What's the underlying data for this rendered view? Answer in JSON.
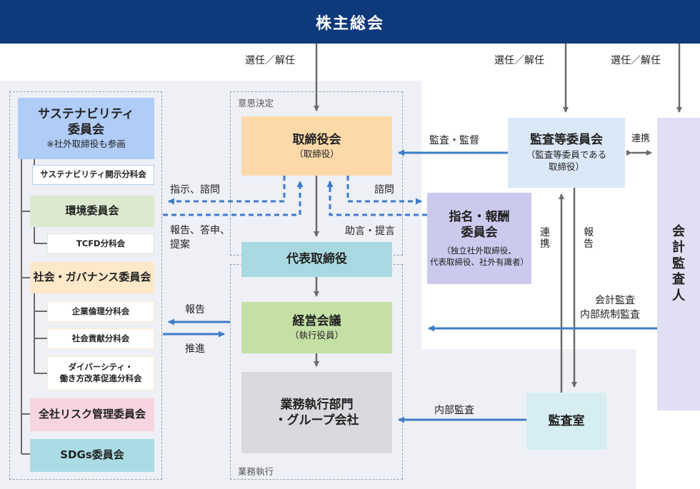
{
  "header": {
    "title": "株主総会"
  },
  "labels": {
    "elect_1": "選任／解任",
    "elect_2": "選任／解任",
    "elect_3": "選任／解任",
    "audit_supervise": "監査・監督",
    "coop_1": "連携",
    "coop_2_chars": [
      "連",
      "携"
    ],
    "report_chars": [
      "報",
      "告"
    ],
    "instruct_consult": "指示、諮問",
    "report_respond": "報告、答申、",
    "propose": "提案",
    "consult": "諮問",
    "advice_propose": "助言・提言",
    "report": "報告",
    "promote": "推進",
    "accounting_audit": "会計監査",
    "internal_control_audit": "内部統制監査",
    "internal_audit": "内部監査"
  },
  "sections": {
    "decision": "意思決定",
    "execution": "業務執行"
  },
  "left_committees": {
    "sustainability": {
      "title_1": "サステナビリティ",
      "title_2": "委員会",
      "note": "※社外取締役も参画"
    },
    "sustainability_sub": "サステナビリティ開示分科会",
    "environment": "環境委員会",
    "tcfd": "TCFD分科会",
    "social_gov": "社会・ガバナンス委員会",
    "ethics": "企業倫理分科会",
    "contribution": "社会貢献分科会",
    "diversity_1": "ダイバーシティ・",
    "diversity_2": "働き方改革促進分科会",
    "risk": "全社リスク管理委員会",
    "sdgs": "SDGs委員会"
  },
  "center": {
    "board": {
      "title": "取締役会",
      "sub": "（取締役）"
    },
    "rep_director": "代表取締役",
    "mgmt_meeting": {
      "title": "経営会議",
      "sub": "（執行役員）"
    },
    "operations": {
      "title_1": "業務執行部門",
      "title_2": "・グループ会社"
    }
  },
  "right": {
    "audit_committee": {
      "title": "監査等委員会",
      "sub_1": "（監査等委員である",
      "sub_2": "取締役）"
    },
    "nomination": {
      "title_1": "指名・報酬",
      "title_2": "委員会",
      "sub_1": "（独立社外取締役、",
      "sub_2": "代表取締役、社外有識者）"
    },
    "audit_office": "監査室",
    "accounting_auditor_chars": [
      "会",
      "計",
      "監",
      "査",
      "人"
    ]
  },
  "colors": {
    "header": "#0e3a7c",
    "sustainability": "#b0cdf7",
    "environment": "#dce9cf",
    "social_gov": "#fde8c9",
    "risk": "#f6d5de",
    "sdgs": "#abdce4",
    "board": "#fdd9aa",
    "rep_director": "#a8d9e1",
    "mgmt_meeting": "#c5e0a5",
    "operations": "#d8dadd",
    "audit_committee": "#dbe8f7",
    "nomination": "#ccc9ee",
    "audit_office": "#d6eef1",
    "accounting_auditor": "#e0dff3",
    "blue_arrow": "#3d7cc9",
    "gray_arrow": "#6b6b6b"
  }
}
